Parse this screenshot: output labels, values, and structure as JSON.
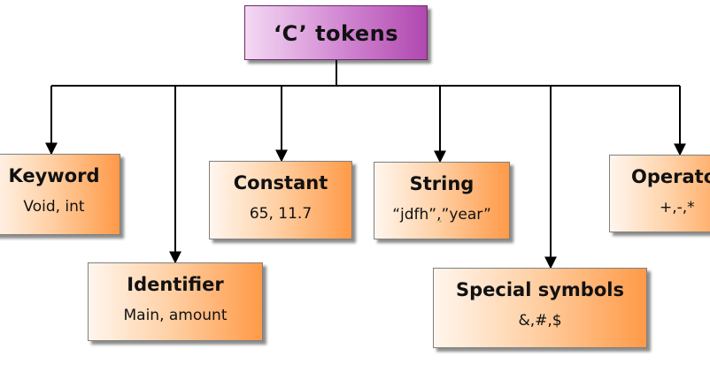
{
  "root": {
    "label": "‘C’ tokens"
  },
  "nodes": {
    "keyword": {
      "title": "Keyword",
      "example": "Void, int"
    },
    "identifier": {
      "title": "Identifier",
      "example": "Main, amount"
    },
    "constant": {
      "title": "Constant",
      "example": "65, 11.7"
    },
    "string": {
      "title": "String",
      "example_parts": [
        "“jdfh”",
        ",",
        "”year”"
      ]
    },
    "special": {
      "title": "Special symbols",
      "example": "&,#,$"
    },
    "operator": {
      "title": "Operators",
      "example": "+,-,*"
    }
  },
  "colors": {
    "node_fill_light": "#fff6ee",
    "node_fill_dark": "#ff9a48",
    "root_fill_light": "#f3d9f3",
    "root_fill_dark": "#b048b0",
    "connector": "#000000"
  }
}
